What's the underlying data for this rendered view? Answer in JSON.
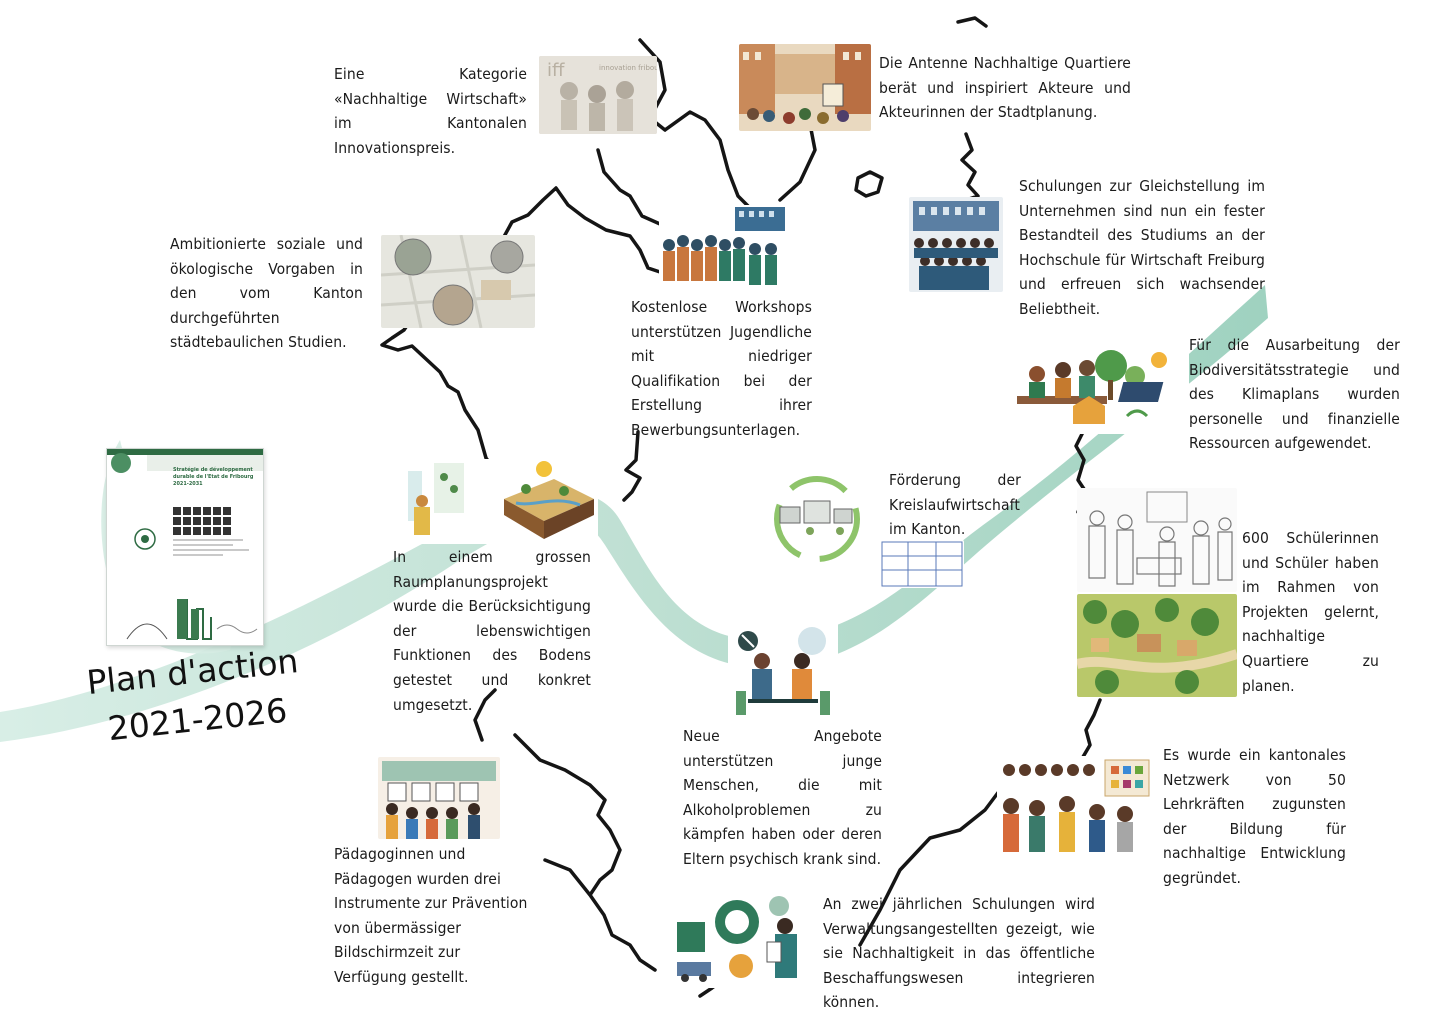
{
  "title": {
    "line1": "Plan d'action",
    "line2": "2021-2026"
  },
  "document_cover": {
    "text": "Stratégie de développement durable de l'Etat de Fribourg 2021-2031",
    "subtitle": "Plan d'action 2021-2026"
  },
  "items": {
    "innovation": "Eine Kategorie «Nachhaltige Wirtschaft» im Kantonalen Innovationspreis.",
    "antenne": "Die Antenne Nachhaltige Quartiere berät und inspiriert Akteure und Akteurinnen der Stadtplanung.",
    "studien": "Ambitionierte soziale und ökologische Vorgaben in den vom Kanton durchgeführten städtebaulichen Studien.",
    "workshops": "Kostenlose Workshops unterstützen Jugendliche mit niedriger Qualifikation bei der Erstellung ihrer Bewerbungsunterlagen.",
    "gleichstellung": "Schulungen zur Gleichstellung im Unternehmen sind nun ein fester Bestandteil des Studiums an der Hochschule für Wirtschaft Freiburg und erfreuen sich wachsender Beliebtheit.",
    "biodiversitaet": "Für die Ausarbeitung der Biodiversitätsstrategie und des Klimaplans wurden personelle und finanzielle Ressourcen aufgewendet.",
    "kreislauf": "Förderung der Kreislaufwirtschaft im Kanton.",
    "raumplanung": "In einem grossen Raumplanungsprojekt wurde die Berücksichtigung der lebenswichtigen Funktionen des Bodens getestet und konkret umgesetzt.",
    "schueler": "600 Schülerinnen und Schüler haben im Rahmen von Projekten gelernt, nachhaltige Quartiere zu planen.",
    "alkohol": "Neue Angebote unterstützen junge Menschen, die mit Alkoholproblemen zu kämpfen haben oder deren Eltern psychisch krank sind.",
    "netzwerk": "Es wurde ein kantonales Netzwerk von 50 Lehrkräften zugunsten der Bildung für nachhaltige Entwicklung gegründet.",
    "bildschirm": "Pädagoginnen und Pädagogen wurden drei Instrumente zur Prävention von übermässiger Bildschirmzeit zur Verfügung gestellt.",
    "beschaffung": "An zwei jährlichen Schulungen wird Verwaltungsangestellten gezeigt, wie sie Nachhaltigkeit in das öffentliche Beschaffungswesen integrieren können."
  },
  "innovation_logo": "innovation fribourg freiburg",
  "colors": {
    "ribbon": "#cfe8df",
    "border": "#151515",
    "accent_green": "#2e6b43"
  }
}
